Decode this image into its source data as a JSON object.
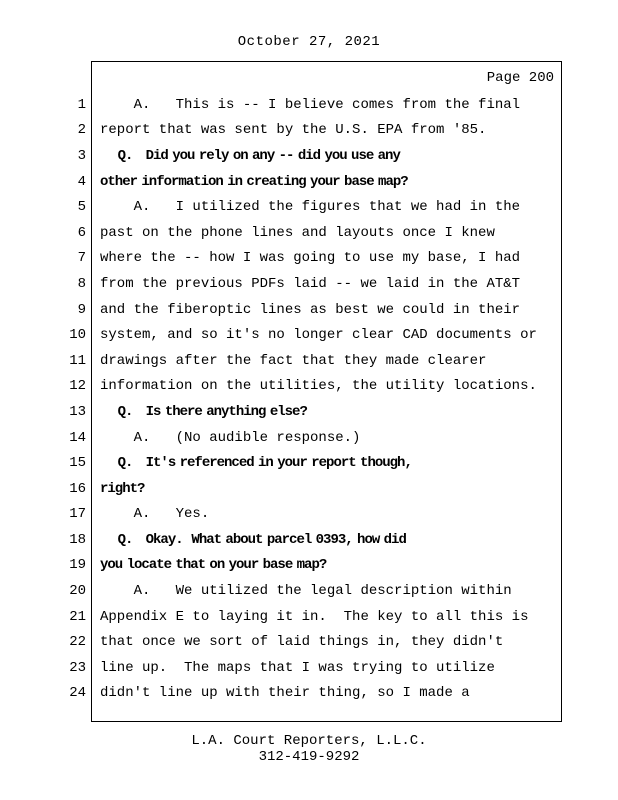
{
  "page": {
    "date": "October 27, 2021",
    "page_label": "Page 200",
    "footer_line1": "L.A. Court Reporters, L.L.C.",
    "footer_line2": "312-419-9292"
  },
  "transcript": {
    "lines": [
      {
        "num": "1",
        "bold": false,
        "text": "    A.   This is -- I believe comes from the final"
      },
      {
        "num": "2",
        "bold": false,
        "text": "report that was sent by the U.S. EPA from '85."
      },
      {
        "num": "3",
        "bold": true,
        "text": "    Q.   Did you rely on any -- did you use any"
      },
      {
        "num": "4",
        "bold": true,
        "text": "other information in creating your base map?"
      },
      {
        "num": "5",
        "bold": false,
        "text": "    A.   I utilized the figures that we had in the"
      },
      {
        "num": "6",
        "bold": false,
        "text": "past on the phone lines and layouts once I knew"
      },
      {
        "num": "7",
        "bold": false,
        "text": "where the -- how I was going to use my base, I had"
      },
      {
        "num": "8",
        "bold": false,
        "text": "from the previous PDFs laid -- we laid in the AT&T"
      },
      {
        "num": "9",
        "bold": false,
        "text": "and the fiberoptic lines as best we could in their"
      },
      {
        "num": "10",
        "bold": false,
        "text": "system, and so it's no longer clear CAD documents or"
      },
      {
        "num": "11",
        "bold": false,
        "text": "drawings after the fact that they made clearer"
      },
      {
        "num": "12",
        "bold": false,
        "text": "information on the utilities, the utility locations."
      },
      {
        "num": "13",
        "bold": true,
        "text": "    Q.   Is there anything else?"
      },
      {
        "num": "14",
        "bold": false,
        "text": "    A.   (No audible response.)"
      },
      {
        "num": "15",
        "bold": true,
        "text": "    Q.   It's referenced in your report though,"
      },
      {
        "num": "16",
        "bold": true,
        "text": "right?"
      },
      {
        "num": "17",
        "bold": false,
        "text": "    A.   Yes."
      },
      {
        "num": "18",
        "bold": true,
        "text": "    Q.   Okay.  What about parcel 0393, how did"
      },
      {
        "num": "19",
        "bold": true,
        "text": "you locate that on your base map?"
      },
      {
        "num": "20",
        "bold": false,
        "text": "    A.   We utilized the legal description within"
      },
      {
        "num": "21",
        "bold": false,
        "text": "Appendix E to laying it in.  The key to all this is"
      },
      {
        "num": "22",
        "bold": false,
        "text": "that once we sort of laid things in, they didn't"
      },
      {
        "num": "23",
        "bold": false,
        "text": "line up.  The maps that I was trying to utilize"
      },
      {
        "num": "24",
        "bold": false,
        "text": "didn't line up with their thing, so I made a"
      }
    ]
  }
}
